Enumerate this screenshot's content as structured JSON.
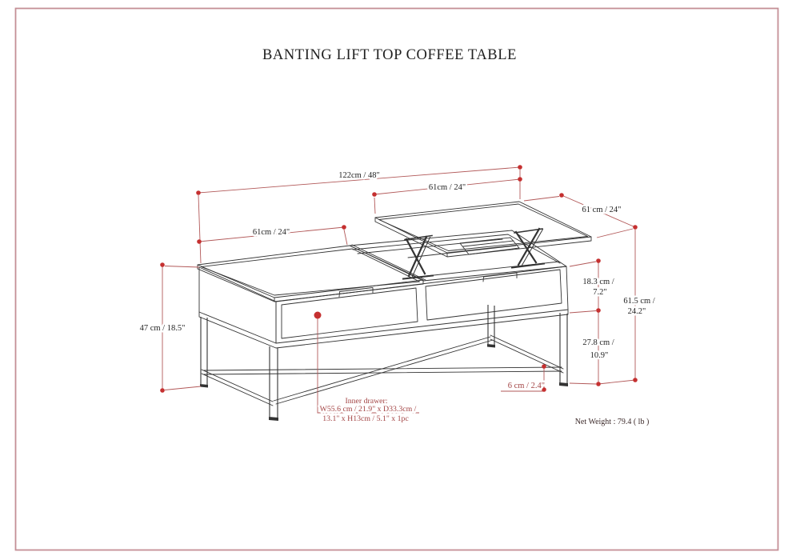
{
  "page": {
    "title": "BANTING LIFT TOP COFFEE TABLE"
  },
  "dims": {
    "total_width": "122cm / 48\"",
    "left_half_width": "61cm / 24\"",
    "lift_top_width": "61cm / 24\"",
    "lift_top_depth": "61 cm / 24\"",
    "overall_height": "47 cm / 18.5\"",
    "cabinet_height_l1": "18.3 cm /",
    "cabinet_height_l2": "7.2\"",
    "lifted_height_l1": "61.5 cm /",
    "lifted_height_l2": "24.2\"",
    "base_height_l1": "27.8 cm /",
    "base_height_l2": "10.9\"",
    "stretcher_height": "6 cm / 2.4\""
  },
  "notes": {
    "inner_drawer_l1": "Inner drawer:",
    "inner_drawer_l2": "W55.6 cm / 21.9\" x D33.3cm /",
    "inner_drawer_l3": "13.1\" x H13cm / 5.1\" x 1pc",
    "net_weight": "Net Weight : 79.4 ( lb )"
  },
  "colors": {
    "line": "#333333",
    "dim-line": "#b25959",
    "dim-dot": "#c53030",
    "red-text": "#a34444",
    "weight-text": "#3d2b2b",
    "text": "#1f1f1f",
    "border": "#c48f96"
  }
}
